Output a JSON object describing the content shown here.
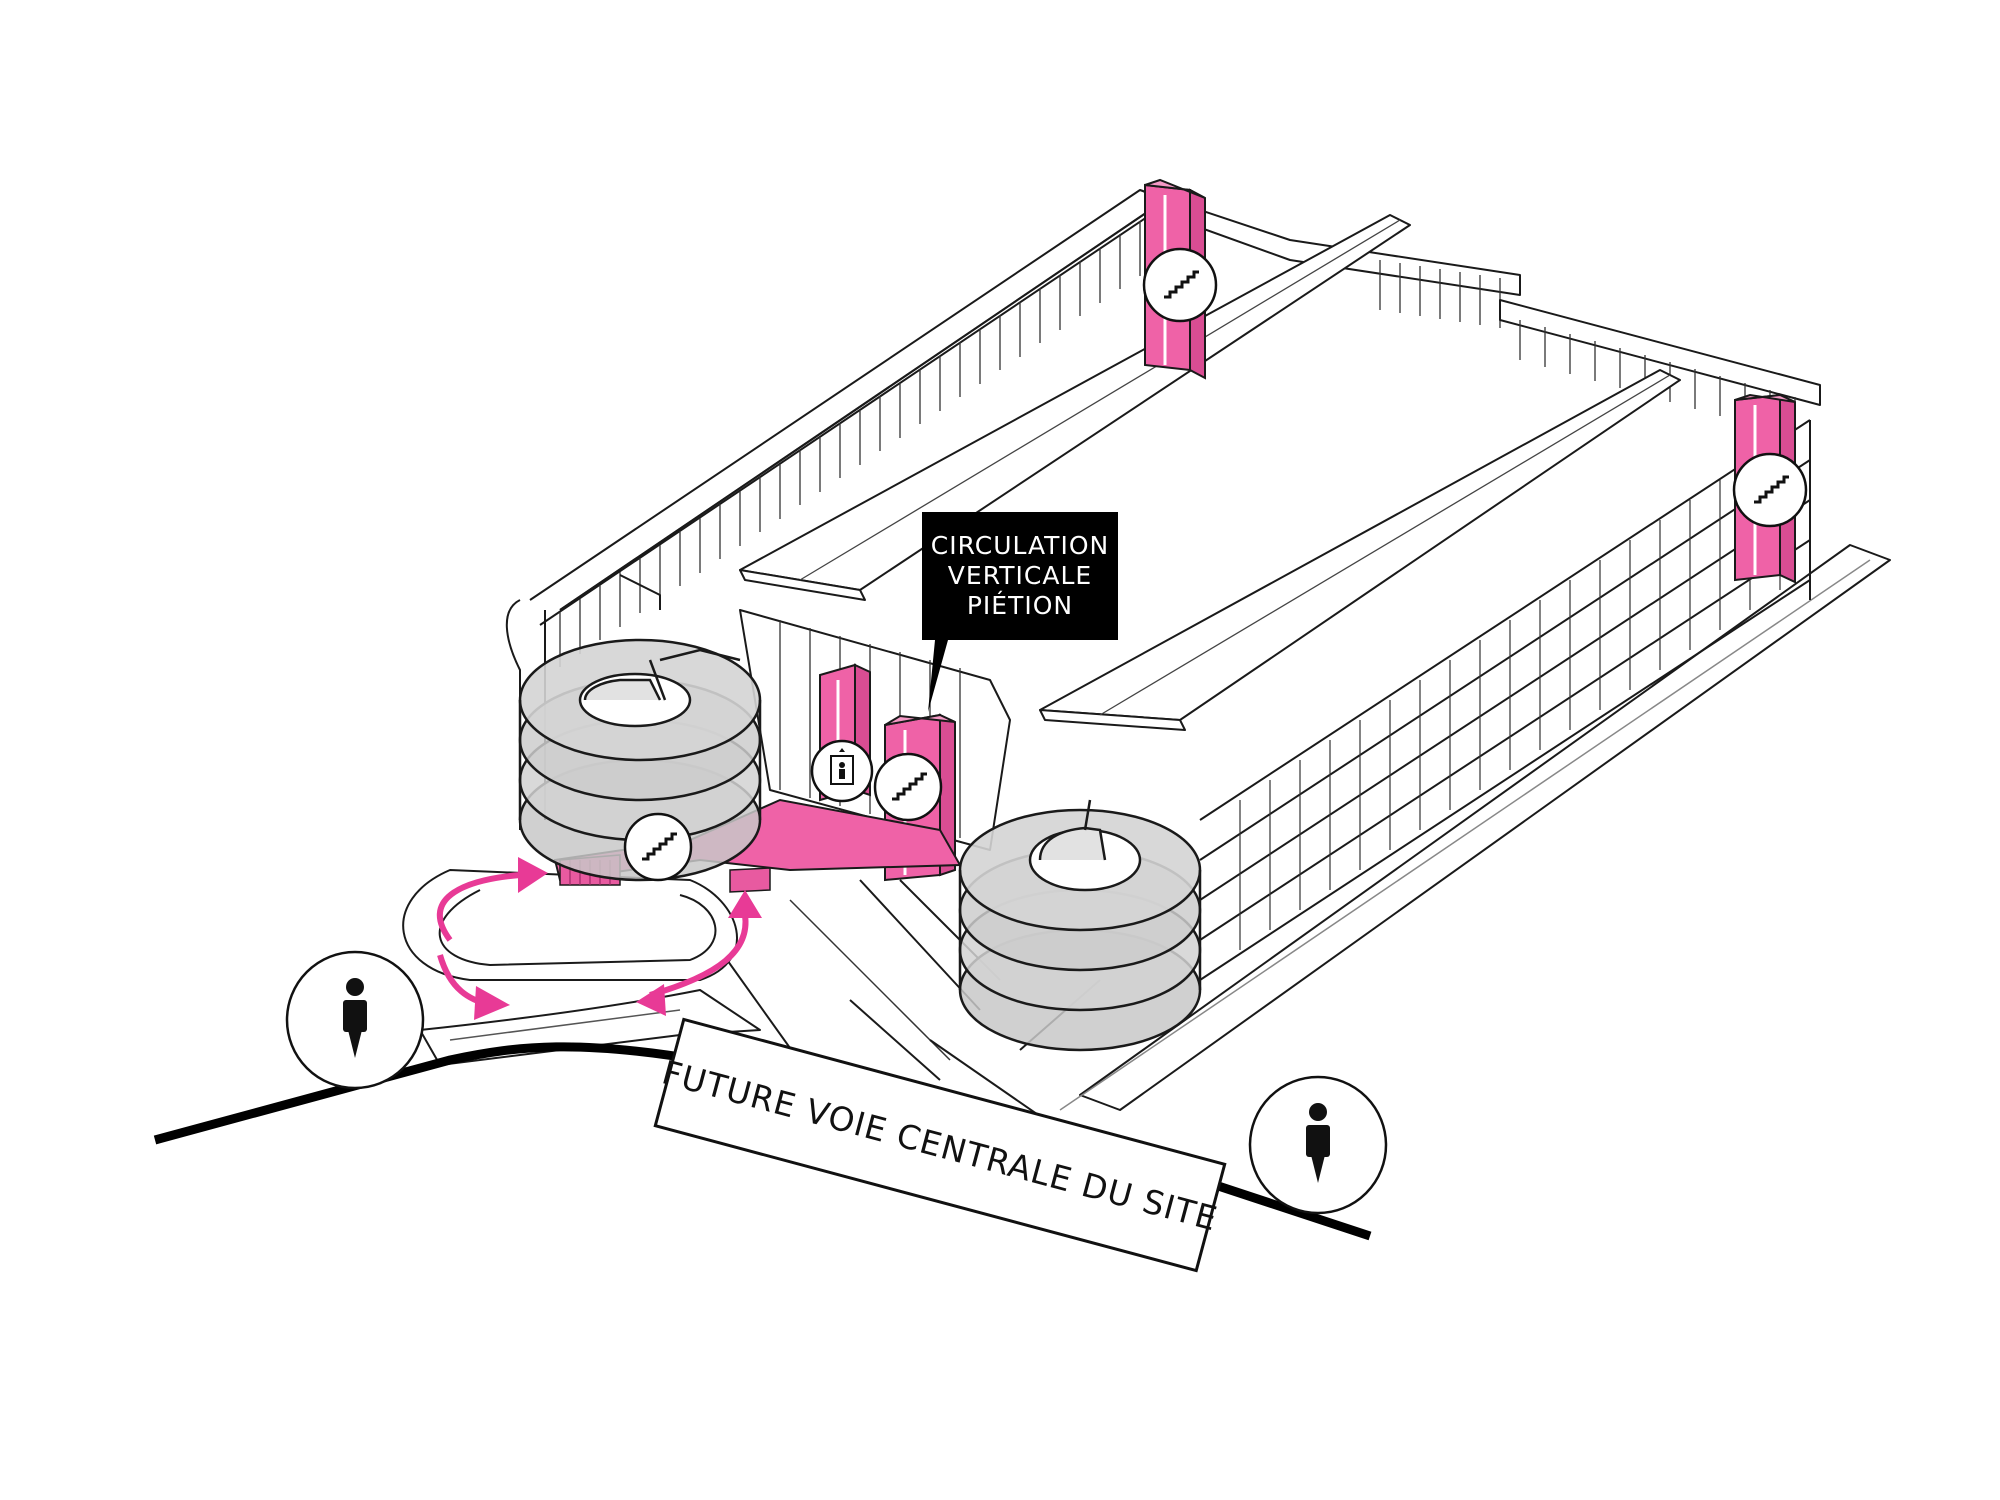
{
  "callout": {
    "lines": [
      "CIRCULATION",
      "VERTICALE",
      "PIÉTION"
    ]
  },
  "street": {
    "label": "FUTURE VOIE CENTRALE DU SITE"
  },
  "icons": {
    "stair": "stair-icon",
    "elevator": "elevator-icon",
    "pedestrian": "pedestrian-icon"
  },
  "colors": {
    "accent": "#ef62a7",
    "arrow": "#e83a96",
    "ramp_fill": "#c8c8c8",
    "line": "#1a1a1a",
    "callout_bg": "#000000"
  }
}
